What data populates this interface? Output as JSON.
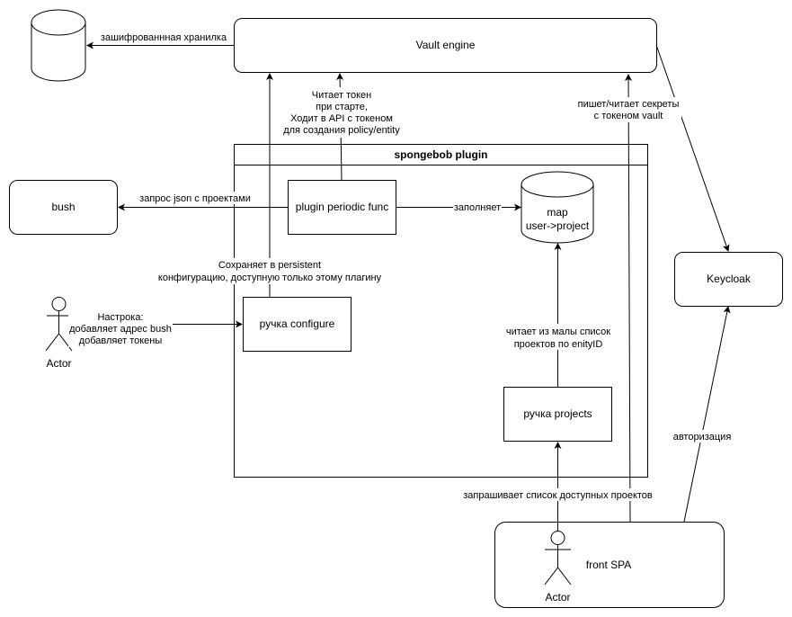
{
  "nodes": {
    "vault_engine": "Vault engine",
    "plugin_title": "spongebob plugin",
    "bush": "bush",
    "periodic_func": "plugin periodic func",
    "map_line1": "map",
    "map_line2": "user->project",
    "configure": "ручка configure",
    "projects": "ручка projects",
    "keycloak": "Keycloak",
    "front_spa": "front SPA",
    "actor_left": "Actor",
    "actor_bottom": "Actor"
  },
  "edges": {
    "encrypted_storage": "зашифрованнная хранилка",
    "reads_token": [
      "Читает токен",
      "при старте,",
      "Ходит в API с токеном",
      "для создания policy/entity"
    ],
    "writes_secrets": [
      "пишет/читает секреты",
      "с токеном vault"
    ],
    "request_json": "запрос json с проектами",
    "fills": "заполняет",
    "persistent": [
      "Сохраняет в persistent",
      "конфигурацию, доступную только этому плагину"
    ],
    "setup": [
      "Настрока:",
      "добавляет адрес bush",
      "добавляет токены"
    ],
    "reads_map": [
      "читает из малы список",
      "проектов по enityID"
    ],
    "auth": "авторизация",
    "requests_projects": "запрашивает список доступных проектов"
  }
}
